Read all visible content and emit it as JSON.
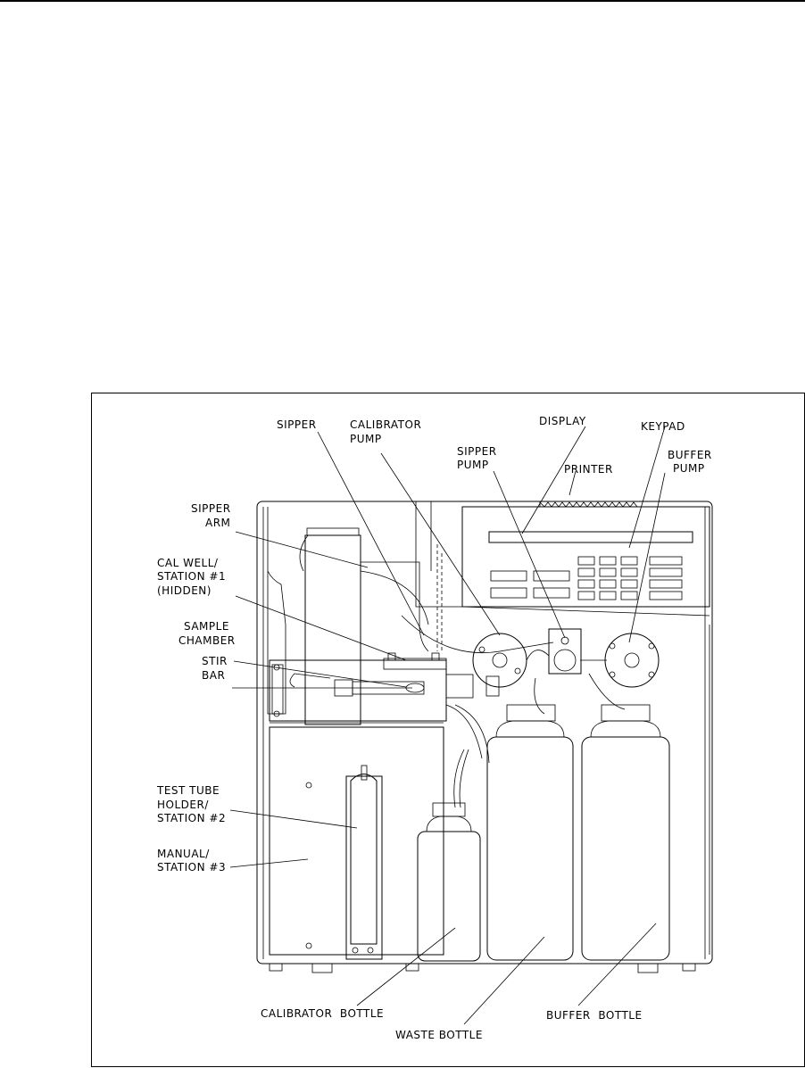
{
  "labels": {
    "sipper": "SIPPER",
    "calibrator_pump": [
      "CALIBRATOR",
      "PUMP"
    ],
    "display": "DISPLAY",
    "keypad": "KEYPAD",
    "sipper_pump": [
      "SIPPER",
      "PUMP"
    ],
    "printer": "PRINTER",
    "buffer_pump": [
      "BUFFER",
      "PUMP"
    ],
    "sipper_arm": [
      "SIPPER",
      "ARM"
    ],
    "cal_well": [
      "CAL WELL/",
      "STATION #1",
      "(HIDDEN)"
    ],
    "sample_chamber": [
      "SAMPLE",
      "CHAMBER"
    ],
    "stir_bar": [
      "STIR",
      "BAR"
    ],
    "test_tube_holder": [
      "TEST TUBE",
      "HOLDER/",
      "STATION #2"
    ],
    "manual_station": [
      "MANUAL/",
      "STATION #3"
    ],
    "calibrator_bottle": "CALIBRATOR  BOTTLE",
    "waste_bottle": "WASTE BOTTLE",
    "buffer_bottle": "BUFFER  BOTTLE"
  }
}
